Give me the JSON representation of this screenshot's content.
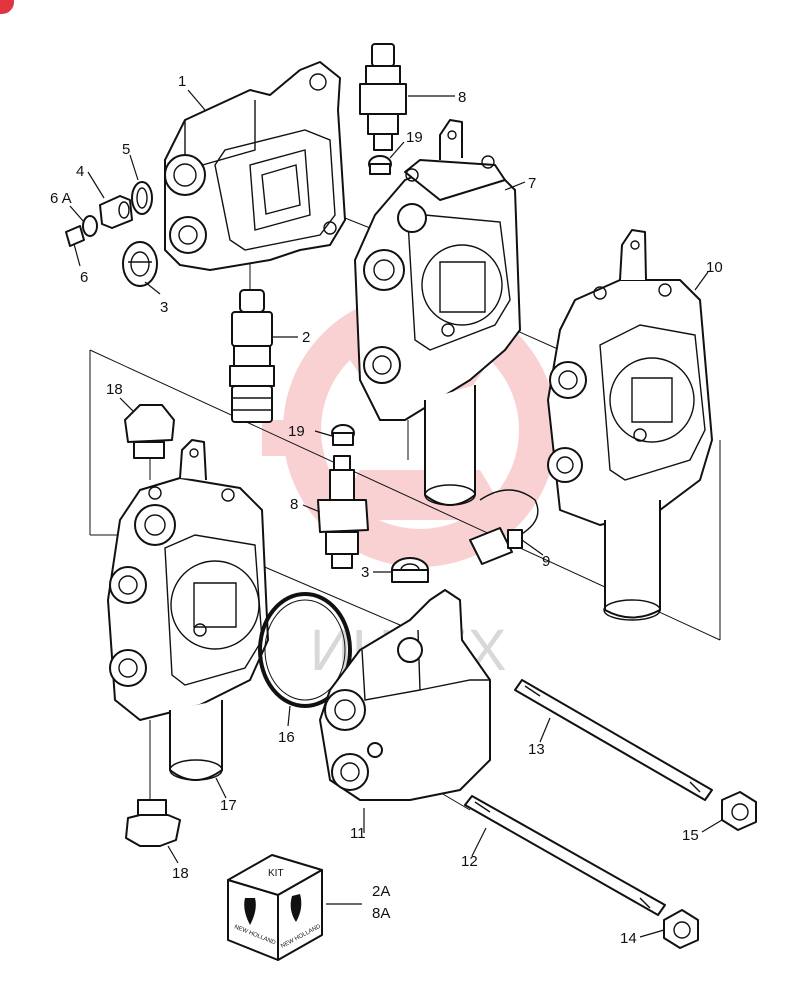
{
  "callouts": {
    "c1": "1",
    "c2": "2",
    "c3a": "3",
    "c3b": "3",
    "c4": "4",
    "c5": "5",
    "c6a": "6 A",
    "c6": "6",
    "c7": "7",
    "c8a": "8",
    "c8b": "8",
    "c9": "9",
    "c10": "10",
    "c11": "11",
    "c12": "12",
    "c13": "13",
    "c14": "14",
    "c15": "15",
    "c16": "16",
    "c17": "17",
    "c18a": "18",
    "c18b": "18",
    "c19a": "19",
    "c19b": "19",
    "c2A": "2A",
    "c8A": "8A"
  },
  "kit": {
    "label": "KIT",
    "brand_left": "NEW HOLLAND",
    "brand_right": "NEW HOLLAND"
  },
  "watermark": {
    "text": "ИНТЕХ",
    "color": "#e8323c"
  },
  "colors": {
    "ink": "#111111",
    "badge": "#e0343f"
  }
}
